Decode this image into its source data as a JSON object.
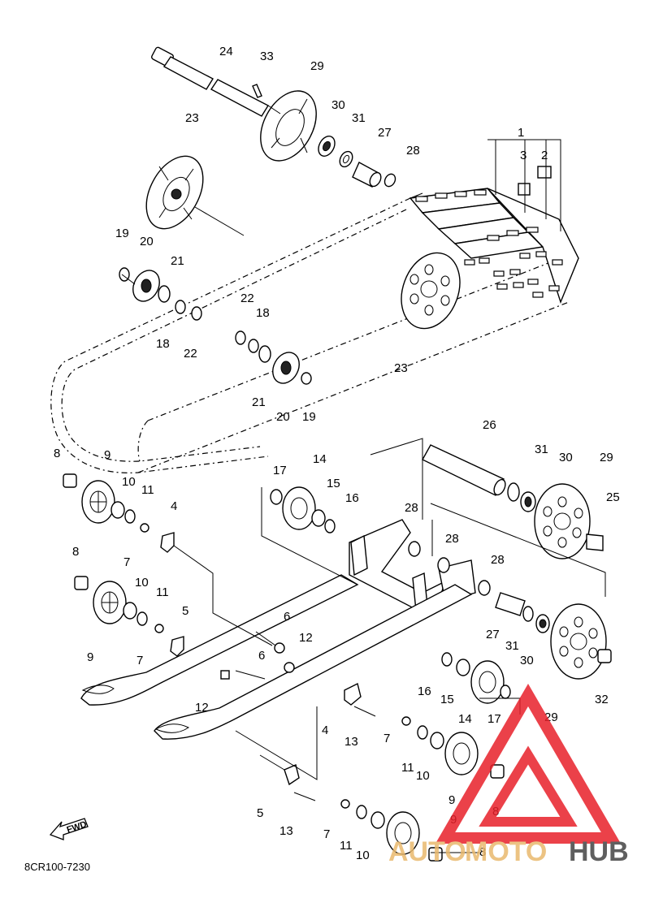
{
  "diagram": {
    "drawing_code": "8CR100-7230",
    "forward_marker": "FWD",
    "callouts": [
      "24",
      "33",
      "29",
      "30",
      "31",
      "27",
      "28",
      "23",
      "1",
      "3",
      "2",
      "19",
      "20",
      "21",
      "22",
      "18",
      "18",
      "22",
      "21",
      "20",
      "19",
      "23",
      "26",
      "31",
      "30",
      "29",
      "25",
      "8",
      "9",
      "10",
      "11",
      "17",
      "14",
      "15",
      "16",
      "4",
      "7",
      "28",
      "28",
      "28",
      "8",
      "10",
      "11",
      "9",
      "7",
      "5",
      "6",
      "12",
      "6",
      "12",
      "27",
      "31",
      "30",
      "29",
      "32",
      "16",
      "15",
      "14",
      "17",
      "7",
      "4",
      "13",
      "11",
      "10",
      "9",
      "8",
      "5",
      "13",
      "7",
      "11",
      "10",
      "9",
      "8"
    ]
  },
  "watermark": {
    "brand_part1": "AUTO",
    "brand_part2": "MOTO",
    "brand_part3": "HUB",
    "triangle_color": "#e8202a",
    "text_color_light": "#e9b96e",
    "text_color_dark": "#444444"
  }
}
